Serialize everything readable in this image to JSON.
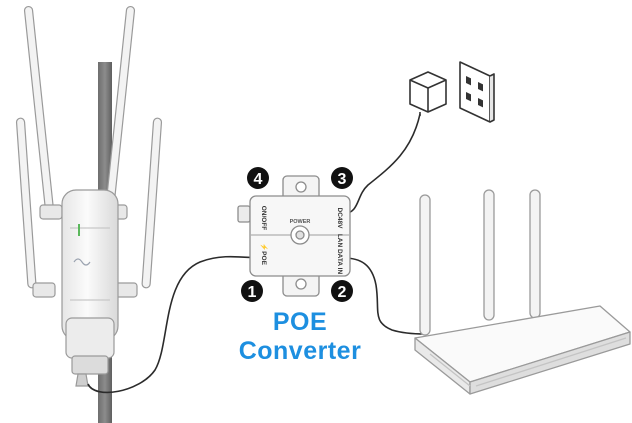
{
  "diagram": {
    "caption_lines": [
      "POE",
      "Converter"
    ],
    "callouts": [
      "1",
      "2",
      "3",
      "4"
    ],
    "port_labels": {
      "poe": "⚡POE",
      "lan": "LAN\nDATA IN",
      "onoff": "ON/OFF",
      "dc": "DC48V",
      "power": "POWER"
    },
    "colors": {
      "accent": "#1d8fe0",
      "cable": "#2b2b2b",
      "device": "#f2f2f2",
      "outline": "#9a9a9a"
    },
    "icons": [
      "extender-icon",
      "poe-injector-icon",
      "router-icon",
      "wall-outlet-icon",
      "power-adapter-icon"
    ]
  }
}
